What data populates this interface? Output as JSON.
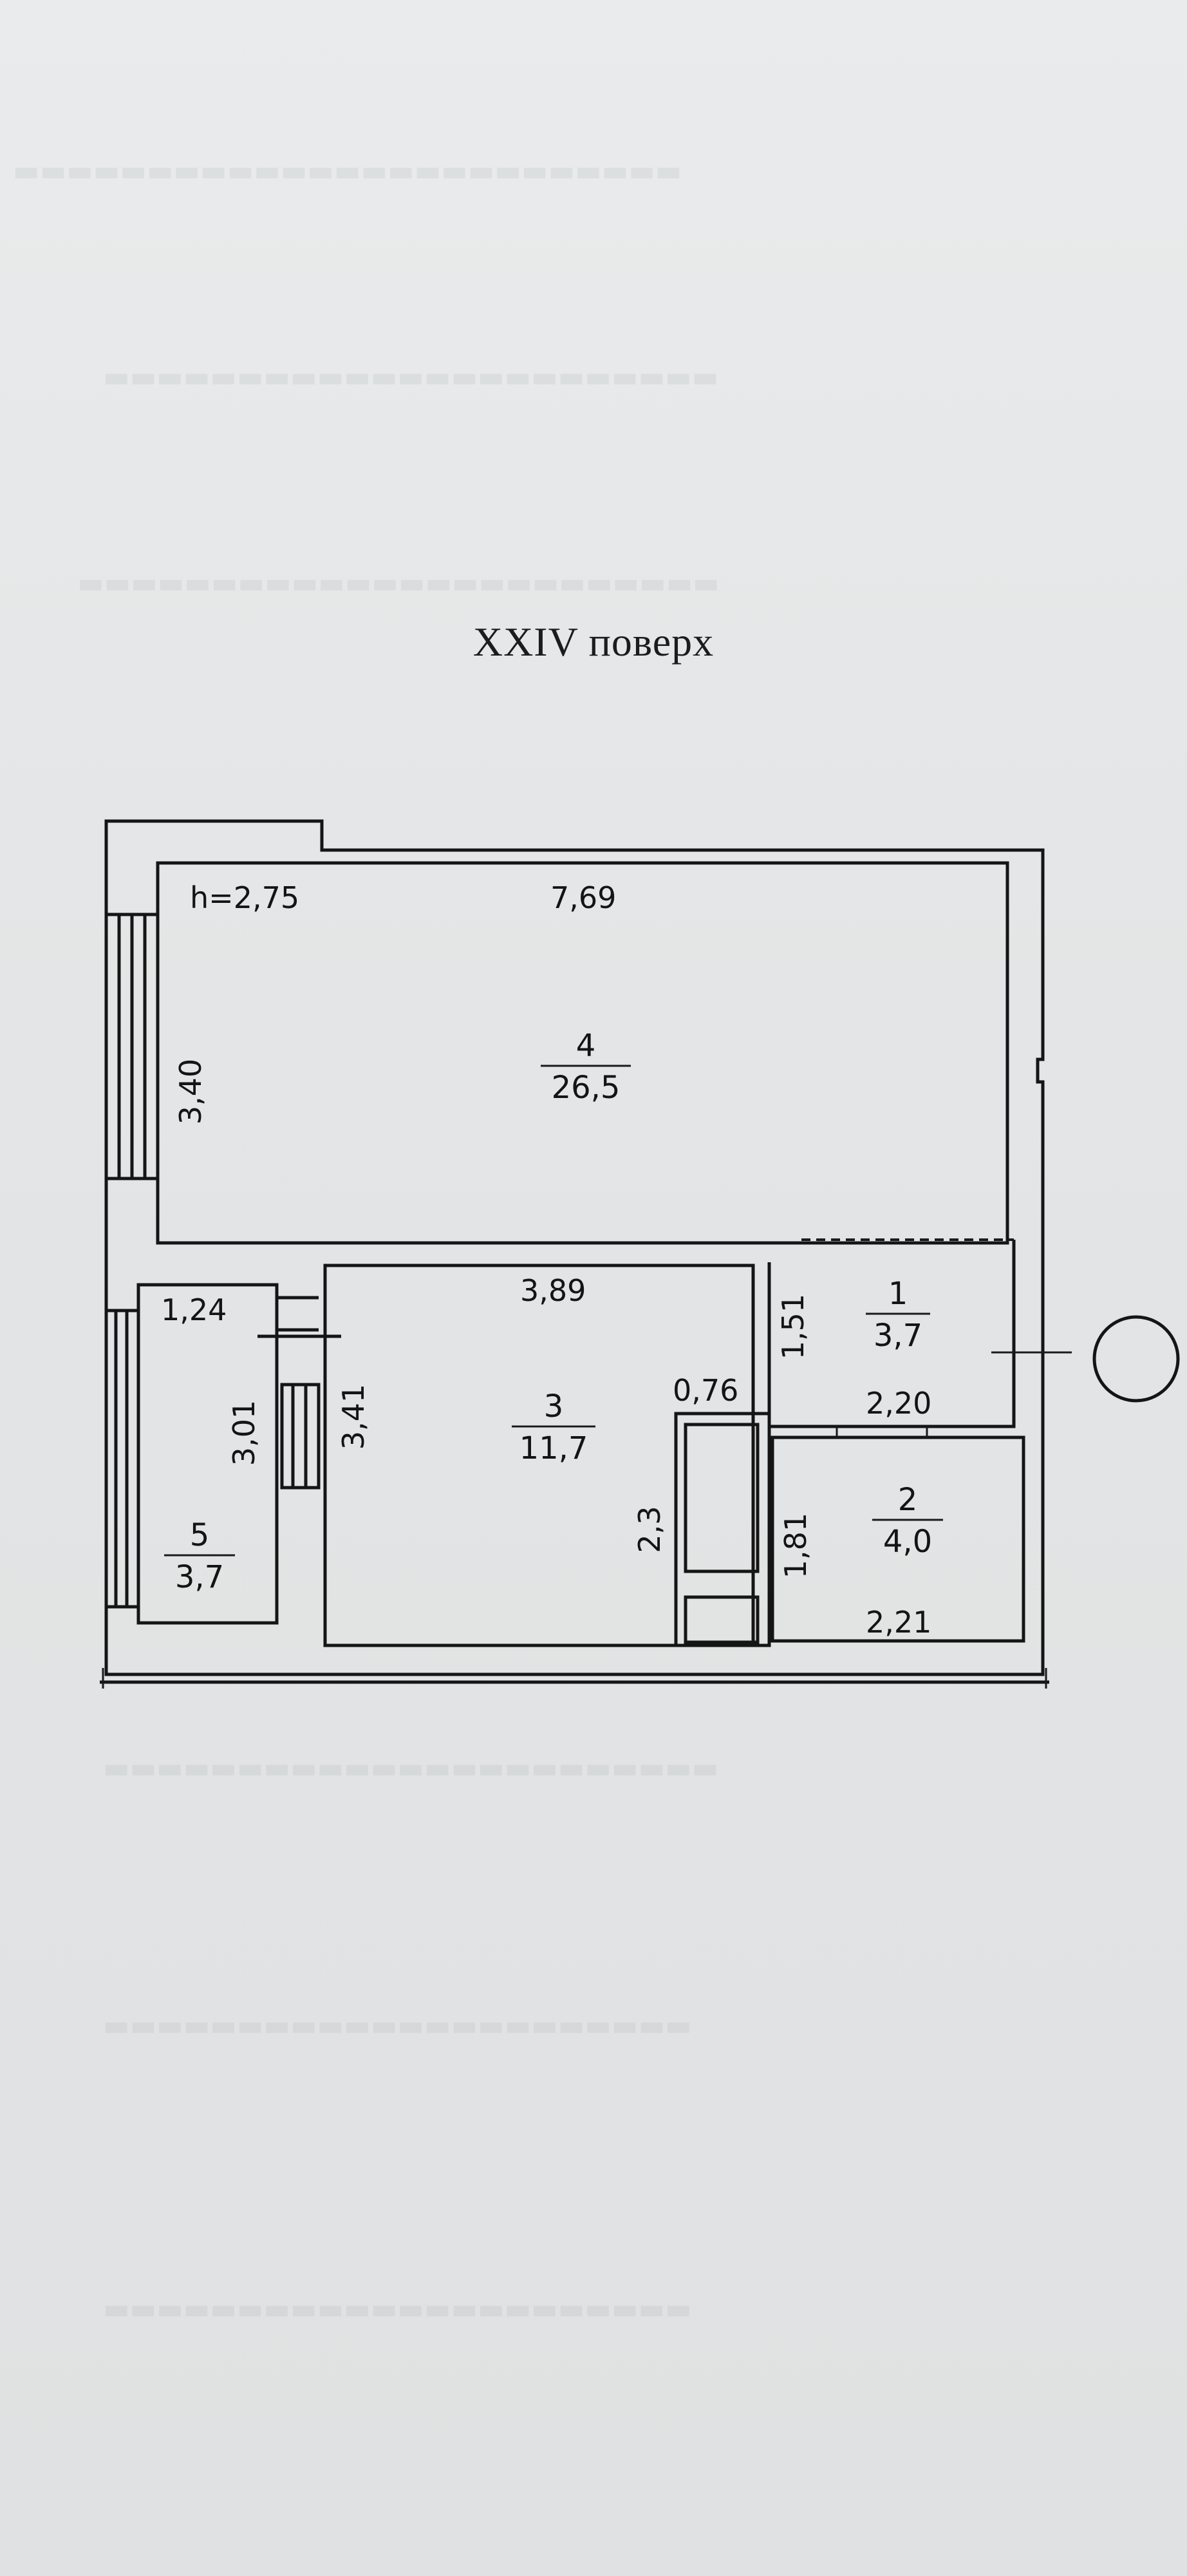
{
  "page": {
    "title": "XXIV поверх",
    "ceiling_height": "h=2,75"
  },
  "rooms": [
    {
      "number": "1",
      "area": "3,7"
    },
    {
      "number": "2",
      "area": "4,0"
    },
    {
      "number": "3",
      "area": "11,7"
    },
    {
      "number": "4",
      "area": "26,5"
    },
    {
      "number": "5",
      "area": "3,7"
    }
  ],
  "dimensions": {
    "room4_width": "7,69",
    "room4_depth": "3,40",
    "room5_width": "1,24",
    "room5_depth": "3,01",
    "room3_width": "3,89",
    "room3_depth": "3,41",
    "niche_width": "0,76",
    "niche_depth": "2,3",
    "room1_depth": "1,51",
    "room1_width": "2,20",
    "room2_depth": "1,81",
    "room2_width": "2,21"
  },
  "colors": {
    "paper": "#e4e6e7",
    "ink": "#151515"
  }
}
